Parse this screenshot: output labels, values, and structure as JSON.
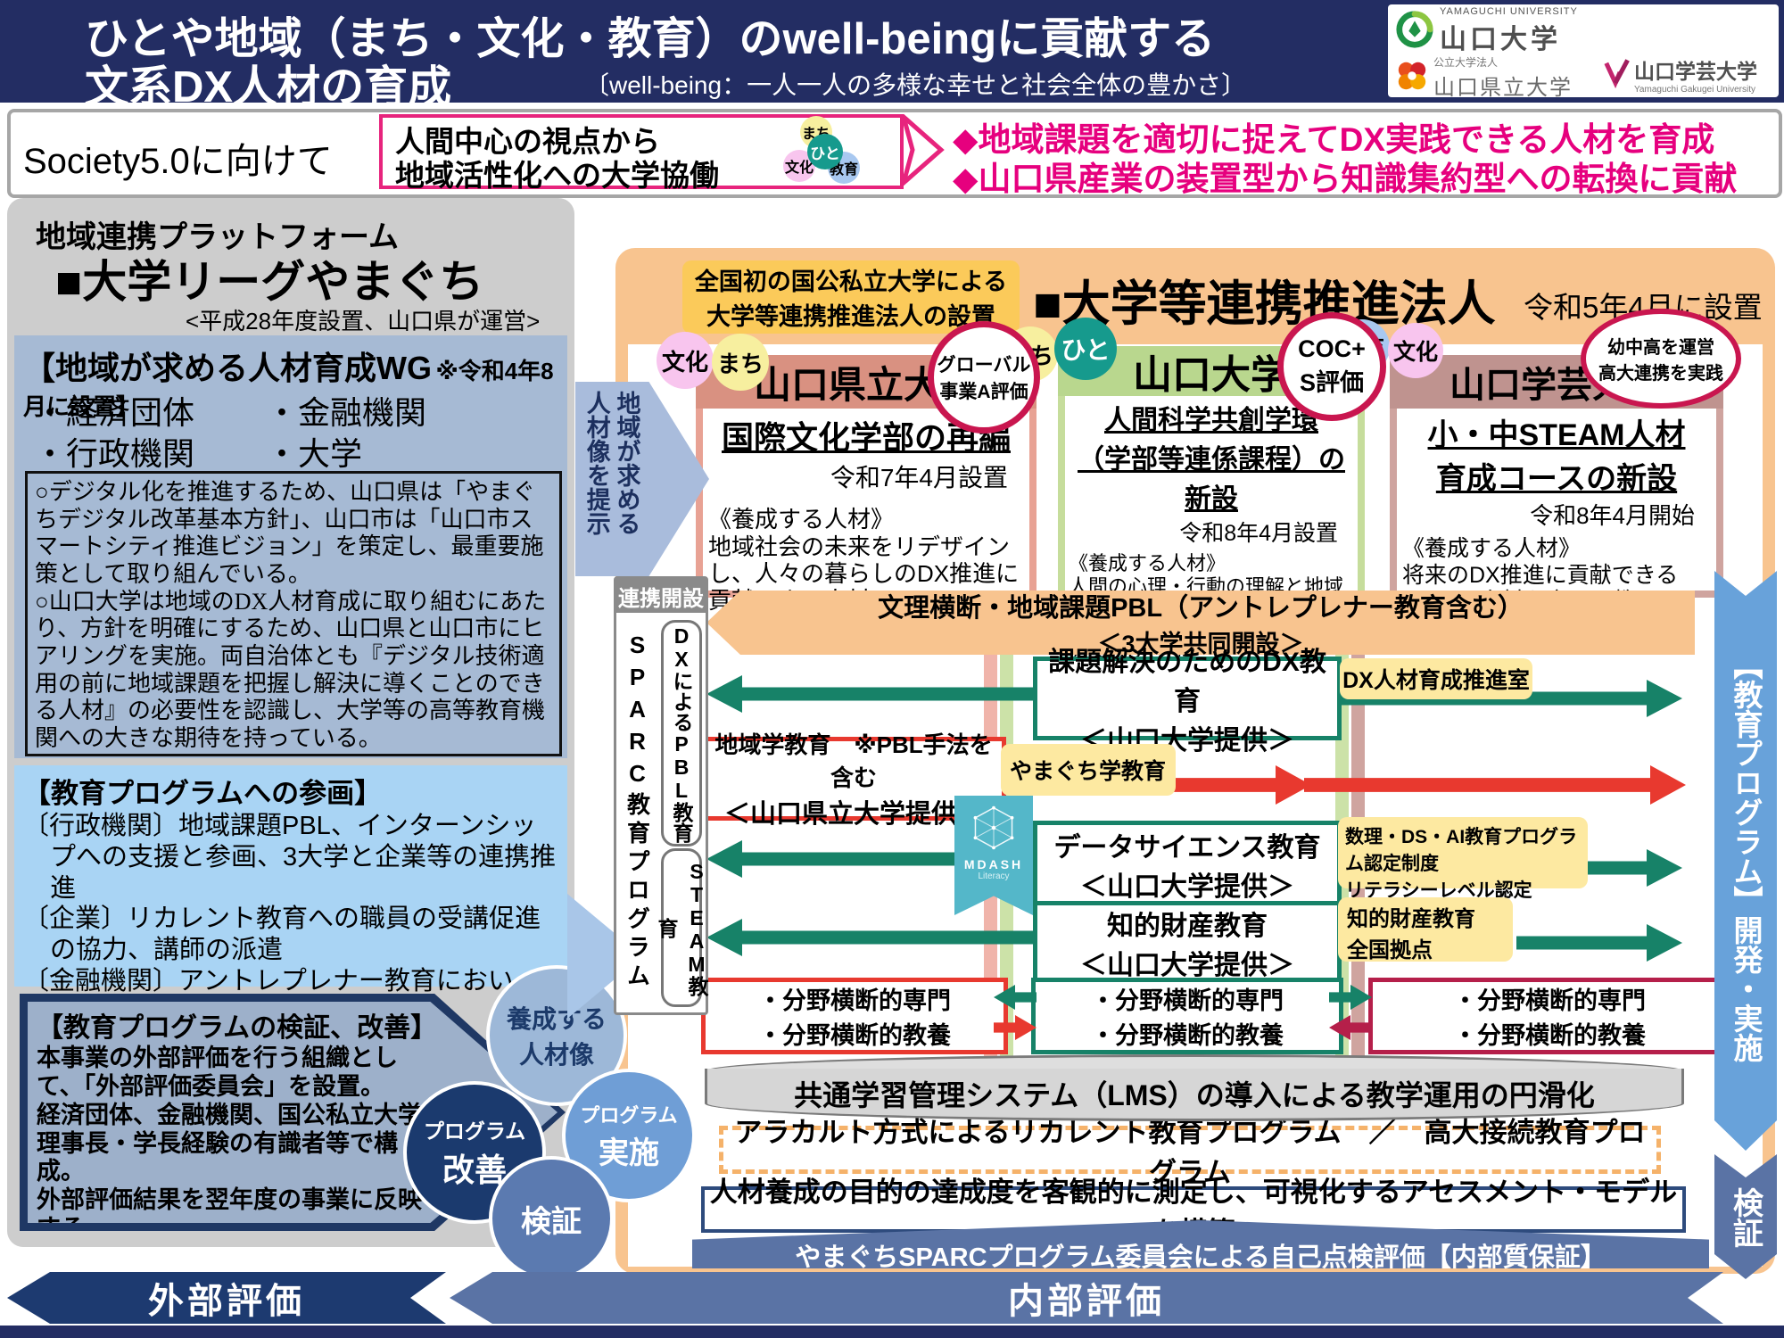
{
  "header": {
    "title1": "ひとや地域（まち・文化・教育）のwell-beingに貢献する",
    "title2": "文系DX人材の育成",
    "subtitle": "〔well-being：一人一人の多様な幸せと社会全体の豊かさ〕",
    "logo_yu_en": "YAMAGUCHI UNIVERSITY",
    "logo_yu_ja": "山口大学",
    "logo_ypu_corp": "公立大学法人",
    "logo_ypu_ja": "山口県立大学",
    "logo_ygu_ja": "山口学芸大学",
    "logo_ygu_en": "Yamaguchi Gakugei University"
  },
  "society": {
    "label": "Society5.0に向けて",
    "box1": "人間中心の視点から",
    "box2": "地域活性化への大学協働",
    "c_machi": "まち",
    "c_hito": "ひと",
    "c_bunka": "文化",
    "c_kyoiku": "教育",
    "point1": "◆地域課題を適切に捉えてDX実践できる人材を育成",
    "point2": "◆山口県産業の装置型から知識集約型への転換に貢献"
  },
  "left": {
    "label": "地域連携プラットフォーム",
    "title": "■大学リーグやまぐち",
    "note": "<平成28年度設置、山口県が運営>",
    "wg_title": "【地域が求める人材育成WG",
    "wg_note": "※令和4年8月に設置】",
    "wg_m1": "・経済団体",
    "wg_m2": "・金融機関",
    "wg_m3": "・行政機関",
    "wg_m4": "・大学",
    "wg_body1": "○デジタル化を推進するため、山口県は「やまぐちデジタル改革基本方針」、山口市は「山口市スマートシティ推進ビジョン」を策定し、最重要施策として取り組んでいる。",
    "wg_body2": "○山口大学は地域のDX人材育成に取り組むにあたり、方針を明確にするため、山口県と山口市にヒアリングを実施。両自治体とも『デジタル技術適用の前に地域課題を把握し解決に導くことのできる人材』の必要性を認識し、大学等の高等教育機関への大きな期待を持っている。",
    "part_title": "【教育プログラムへの参画】",
    "part1": "〔行政機関〕地域課題PBL、インターンシップへの支援と参画、3大学と企業等の連携推進",
    "part2": "〔企業〕リカレント教育への職員の受講促進の協力、講師の派遣",
    "part3": "〔金融機関〕アントレプレナー教育において、起業に関する情報や支援",
    "eval_title": "【教育プログラムの検証、改善】",
    "eval1": "本事業の外部評価を行う組織として、「外部評価委員会」を設置。",
    "eval2": "経済団体、金融機関、国公私立大学理事長・学長経験の有識者等で構成。",
    "eval3": "外部評価結果を翌年度の事業に反映する。",
    "cycle_top1": "養成する",
    "cycle_top2": "人材像",
    "cycle_left1": "プログラム",
    "cycle_left2": "改善",
    "cycle_right1": "プログラム",
    "cycle_right2": "実施",
    "cycle_bottom": "検証",
    "provide1": "地域が求める",
    "provide2": "人材像を提示"
  },
  "center": {
    "note1": "全国初の国公私立大学による",
    "note2": "大学等連携推進法人の設置",
    "title": "■大学等連携推進法人",
    "title_note": "令和5年4月に設置",
    "u1": {
      "name": "山口県立大学",
      "tag1": "文化",
      "tag2": "まち",
      "badge1": "グローバル",
      "badge2": "事業A評価",
      "program": "国際文化学部の再編",
      "date": "令和7年4月設置",
      "jl": "《養成する人材》",
      "body": "地域社会の未来をリデザインし、人々の暮らしのDX推進に貢献できる人材"
    },
    "u2": {
      "name": "山口大学",
      "tag1": "まち",
      "tag2": "ひと",
      "badge1": "COC+",
      "badge2": "S評価",
      "program1": "人間科学共創学環",
      "program2": "（学部等連係課程）の新設",
      "date": "令和8年4月設置",
      "jl": "《養成する人材》",
      "body": "人間の心理・行動の理解と地域社会に対する分析力を基礎として地域課題の発見と解決ができる文系DX人材"
    },
    "u3": {
      "name": "山口学芸大学",
      "tag1": "教育",
      "tag2": "文化",
      "badge1": "幼中高を運営",
      "badge2": "高大連携を実践",
      "program1": "小・中STEAM人材",
      "program2": "育成コースの新設",
      "date": "令和8年4月開始",
      "jl": "《養成する人材》",
      "body": "将来のDX推進に貢献できるSTEAM人材を育てる教員"
    },
    "sparc_header": "連携開設",
    "sparc_title": "SPARC教育プログラム",
    "sparc_box1": "DXによるPBL教育",
    "sparc_box2": "STEAM教育",
    "pbl1": "文理横断・地域課題PBL（アントレプレナー教育含む）",
    "pbl2": "＜3大学共同開設＞",
    "p1name": "課題解決のためのDX教育",
    "p1prov": "＜山口大学提供＞",
    "p1label": "DX人材育成推進室",
    "p2name": "地域学教育　※PBL手法を含む",
    "p2prov": "＜山口県立大学提供＞",
    "p2label": "やまぐち学教育",
    "p3name": "データサイエンス教育",
    "p3prov": "＜山口大学提供＞",
    "p3label1": "数理・DS・AI教育プログラム認定制度",
    "p3label2": "リテラシーレベル認定",
    "p4name": "知的財産教育",
    "p4prov": "＜山口大学提供＞",
    "p4label1": "知的財産教育",
    "p4label2": "全国拠点",
    "mdash": "MDASH",
    "mdash_sub": "Literacy",
    "cross1": "・分野横断的専門",
    "cross2": "・分野横断的教養",
    "lms": "共通学習管理システム（LMS）の導入による教学運用の円滑化",
    "alacarte": "アラカルト方式によるリカレント教育プログラム　／　高大接続教育プログラム",
    "assessment": "人材養成の目的の達成度を客観的に測定し、可視化するアセスメント・モデルを構築",
    "committee": "やまぐちSPARCプログラム委員会による自己点検評価【内部質保証】"
  },
  "right_band": {
    "develop": "【教育プログラム】開発・実施",
    "verify": "検証"
  },
  "bottom": {
    "external": "外部評価",
    "internal": "内部評価"
  }
}
